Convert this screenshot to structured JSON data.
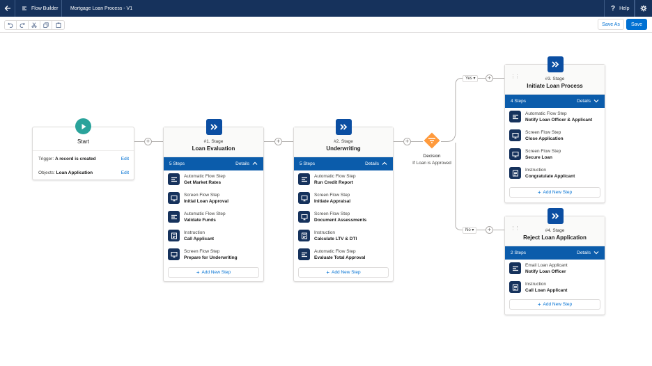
{
  "header": {
    "back_icon": "back-arrow-icon",
    "app_name": "Flow Builder",
    "app_icon": "flow-icon",
    "flow_name": "Mortgage Loan Process - V1",
    "help_label": "Help",
    "help_icon": "question-icon",
    "settings_icon": "gear-icon"
  },
  "toolbar": {
    "tools": [
      "undo-icon",
      "redo-icon",
      "cut-icon",
      "copy-icon",
      "paste-icon"
    ],
    "save_as_label": "Save As",
    "save_label": "Save"
  },
  "start": {
    "title": "Start",
    "trigger_label": "Trigger:",
    "trigger_value": "A record is created",
    "objects_label": "Objects:",
    "objects_value": "Loan Application",
    "edit_label": "Edit"
  },
  "stages": {
    "s1": {
      "number": "#1. Stage",
      "name": "Loan Evaluation",
      "steps_count": "5 Steps",
      "details_label": "Details",
      "add_label": "Add New Step",
      "steps": [
        {
          "type": "Automatic Flow Step",
          "name": "Get Market Rates",
          "icon": "automatic-flow-icon"
        },
        {
          "type": "Screen Flow Step",
          "name": "Initial Loan Approval",
          "icon": "screen-flow-icon"
        },
        {
          "type": "Automatic Flow Step",
          "name": "Validate Funds",
          "icon": "automatic-flow-icon"
        },
        {
          "type": "Instruction",
          "name": "Call Applicant",
          "icon": "instruction-icon"
        },
        {
          "type": "Screen Flow Step",
          "name": "Prepare for Underwriting",
          "icon": "screen-flow-icon"
        }
      ]
    },
    "s2": {
      "number": "#2. Stage",
      "name": "Underwriting",
      "steps_count": "5 Steps",
      "details_label": "Details",
      "add_label": "Add New Step",
      "steps": [
        {
          "type": "Automatic Flow Step",
          "name": "Run Credit Report",
          "icon": "automatic-flow-icon"
        },
        {
          "type": "Screen Flow Step",
          "name": "Initiate Appraisal",
          "icon": "screen-flow-icon"
        },
        {
          "type": "Screen Flow Step",
          "name": "Document Assessments",
          "icon": "screen-flow-icon"
        },
        {
          "type": "Instruction",
          "name": "Calculate LTV & DTI",
          "icon": "instruction-icon"
        },
        {
          "type": "Automatic Flow Step",
          "name": "Evaluate Total Approval",
          "icon": "automatic-flow-icon"
        }
      ]
    },
    "s3": {
      "number": "#3. Stage",
      "name": "Initiate Loan Process",
      "steps_count": "4 Steps",
      "details_label": "Details",
      "add_label": "Add New Step",
      "steps": [
        {
          "type": "Automatic Flow Step",
          "name": "Notify Loan Officer & Applicant",
          "icon": "automatic-flow-icon"
        },
        {
          "type": "Screen Flow Step",
          "name": "Close Application",
          "icon": "screen-flow-icon"
        },
        {
          "type": "Screen Flow Step",
          "name": "Secure Loan",
          "icon": "screen-flow-icon"
        },
        {
          "type": "Instruction",
          "name": "Congratulate Applicant",
          "icon": "instruction-icon"
        }
      ]
    },
    "s4": {
      "number": "#4. Stage",
      "name": "Reject Loan Application",
      "steps_count": "2 Steps",
      "details_label": "Details",
      "add_label": "Add New Step",
      "steps": [
        {
          "type": "Email Loan Applicant",
          "name": "Notify Loan Officer",
          "icon": "automatic-flow-icon"
        },
        {
          "type": "Instruction",
          "name": "Call Loan Applicant",
          "icon": "instruction-icon"
        }
      ]
    }
  },
  "decision": {
    "title": "Decision",
    "subtitle": "If Loan is Approved",
    "yes_label": "Yes",
    "no_label": "No",
    "icon": "decision-icon"
  },
  "colors": {
    "header_bg": "#16325c",
    "brand_blue": "#0070d2",
    "stage_bar": "#0b5cab",
    "start_teal": "#2aa39b",
    "decision_orange": "#ff9a3c"
  }
}
